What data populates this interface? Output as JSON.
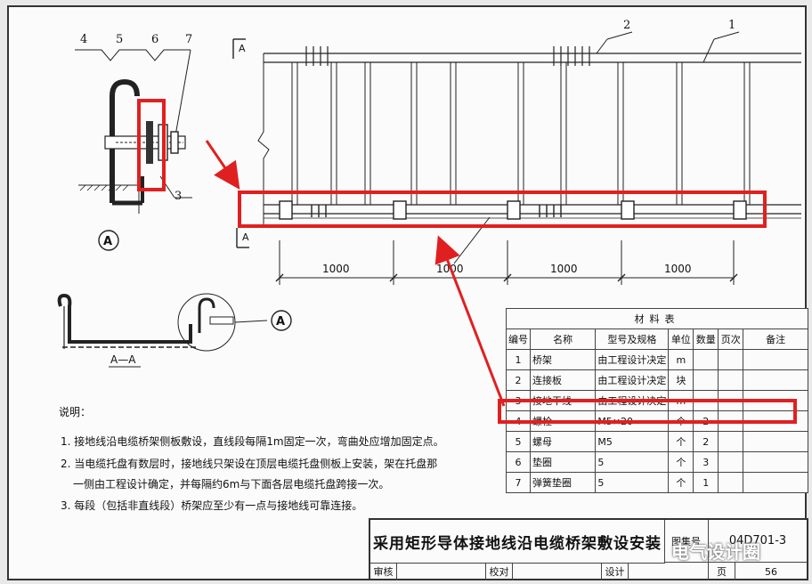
{
  "callouts": {
    "c1": "1",
    "c2": "2",
    "c3": "3",
    "c4": "4",
    "c5": "5",
    "c6": "6",
    "c7": "7"
  },
  "section_marker": {
    "letter": "A",
    "label": "A—A"
  },
  "detail_label": "A",
  "dimensions": [
    "1000",
    "1000",
    "1000",
    "1000"
  ],
  "notes": {
    "heading": "说明：",
    "line1": "1. 接地线沿电缆桥架侧板敷设，直线段每隔1m固定一次，弯曲处应增加固定点。",
    "line2a": "2. 当电缆托盘有数层时，接地线只架设在顶层电缆托盘侧板上安装，架在托盘那",
    "line2b": "一侧由工程设计确定，并每隔约6m与下面各层电缆托盘跨接一次。",
    "line3": "3. 每段（包括非直线段）桥架应至少有一点与接地线可靠连接。"
  },
  "materials_table": {
    "title": "材料表",
    "headers": [
      "编号",
      "名称",
      "型号及规格",
      "单位",
      "数量",
      "页次",
      "备注"
    ],
    "rows": [
      [
        "1",
        "桥架",
        "由工程设计决定",
        "m",
        "",
        "",
        ""
      ],
      [
        "2",
        "连接板",
        "由工程设计决定",
        "块",
        "",
        "",
        ""
      ],
      [
        "3",
        "接地干线",
        "由工程设计决定",
        "m",
        "",
        "",
        ""
      ],
      [
        "4",
        "螺栓",
        "M5×20",
        "个",
        "2",
        "",
        ""
      ],
      [
        "5",
        "螺母",
        "M5",
        "个",
        "2",
        "",
        ""
      ],
      [
        "6",
        "垫圈",
        "5",
        "个",
        "3",
        "",
        ""
      ],
      [
        "7",
        "弹簧垫圈",
        "5",
        "个",
        "1",
        "",
        ""
      ]
    ]
  },
  "title_block": {
    "title": "采用矩形导体接地线沿电缆桥架敷设安装",
    "atlas_label": "图集号",
    "atlas_no": "04D701-3",
    "review_label": "审核",
    "check_label": "校对",
    "design_label": "设计",
    "page_label": "页",
    "page_no": "56"
  },
  "watermark": "电气设计圈",
  "colors": {
    "highlight": "#e02020",
    "ink": "#111111",
    "paper": "#fbfbfb"
  }
}
